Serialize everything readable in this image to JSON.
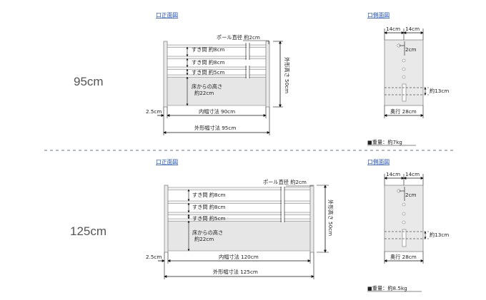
{
  "headers": {
    "front": "口正面図",
    "side": "口側面図"
  },
  "section_95": {
    "size_label": "95cm",
    "pole_diameter": "ポール直径 約2cm",
    "gap1": "すき間 約8cm",
    "gap2": "すき間 約8cm",
    "gap3": "すき間 約5cm",
    "floor_height_1": "床からの高さ",
    "floor_height_2": "約22cm",
    "outer_height": "外形高さ 50cm",
    "offset": "2.5cm",
    "inner_width": "内幅寸法 90cm",
    "outer_width": "外形幅寸法 95cm",
    "side_w1": "14cm",
    "side_w2": "14cm",
    "side_gap": "2cm",
    "side_height": "約13cm",
    "depth": "奥行 28cm",
    "weight": "■重量：約7kg"
  },
  "section_125": {
    "size_label": "125cm",
    "pole_diameter": "ポール直径 約2cm",
    "gap1": "すき間 約8cm",
    "gap2": "すき間 約8cm",
    "gap3": "すき間 約5cm",
    "floor_height_1": "床からの高さ",
    "floor_height_2": "約22cm",
    "outer_height": "外形高さ 50cm",
    "offset": "2.5cm",
    "inner_width": "内幅寸法 120cm",
    "outer_width": "外形幅寸法 125cm",
    "side_w1": "14cm",
    "side_w2": "14cm",
    "side_gap": "2cm",
    "side_height": "約13cm",
    "depth": "奥行 28cm",
    "weight": "■重量：約8.5kg"
  }
}
